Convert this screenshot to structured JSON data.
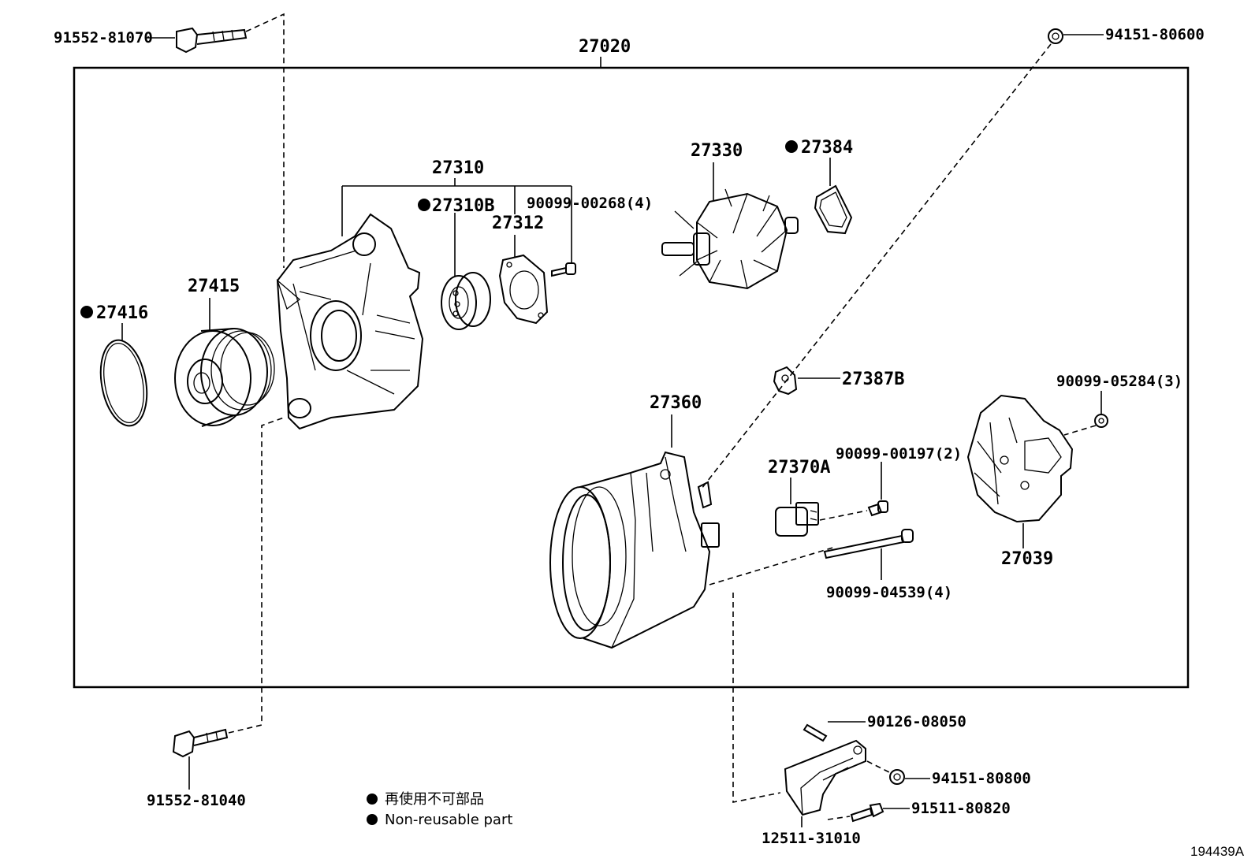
{
  "parts": {
    "p27020": "27020",
    "p91552_81070": "91552-81070",
    "p94151_80600": "94151-80600",
    "p27310": "27310",
    "p27310B": "27310B",
    "p90099_00268": "90099-00268(4)",
    "p27312": "27312",
    "p27330": "27330",
    "p27384": "27384",
    "p27415": "27415",
    "p27416": "27416",
    "p27387B": "27387B",
    "p90099_05284": "90099-05284(3)",
    "p27360": "27360",
    "p90099_00197": "90099-00197(2)",
    "p27370A": "27370A",
    "p27039": "27039",
    "p90099_04539": "90099-04539(4)",
    "p91552_81040": "91552-81040",
    "p90126_08050": "90126-08050",
    "p94151_80800": "94151-80800",
    "p91511_80820": "91511-80820",
    "p12511_31010": "12511-31010"
  },
  "legend": {
    "jp": "再使用不可部品",
    "en": "Non-reusable part"
  },
  "diagram_code": "194439A"
}
